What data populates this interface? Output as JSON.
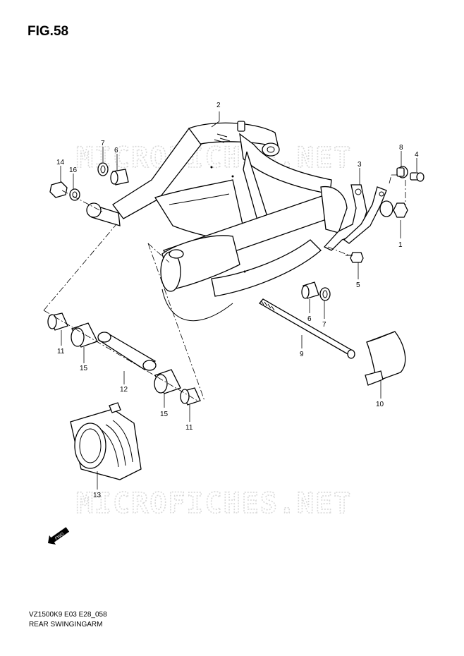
{
  "figure": {
    "title": "FIG.58"
  },
  "watermark": {
    "text": "MICROFICHES.NET"
  },
  "footer": {
    "code": "VZ1500K9 E03 E28_058",
    "name": "REAR SWINGINGARM"
  },
  "fwd_badge": {
    "text": "FWD"
  },
  "callouts": {
    "c1": "1",
    "c2": "2",
    "c3": "3",
    "c4": "4",
    "c5": "5",
    "c6a": "6",
    "c6b": "6",
    "c7a": "7",
    "c7b": "7",
    "c8": "8",
    "c9": "9",
    "c10": "10",
    "c11a": "11",
    "c11b": "11",
    "c12": "12",
    "c13": "13",
    "c14": "14",
    "c15a": "15",
    "c15b": "15",
    "c16": "16"
  }
}
